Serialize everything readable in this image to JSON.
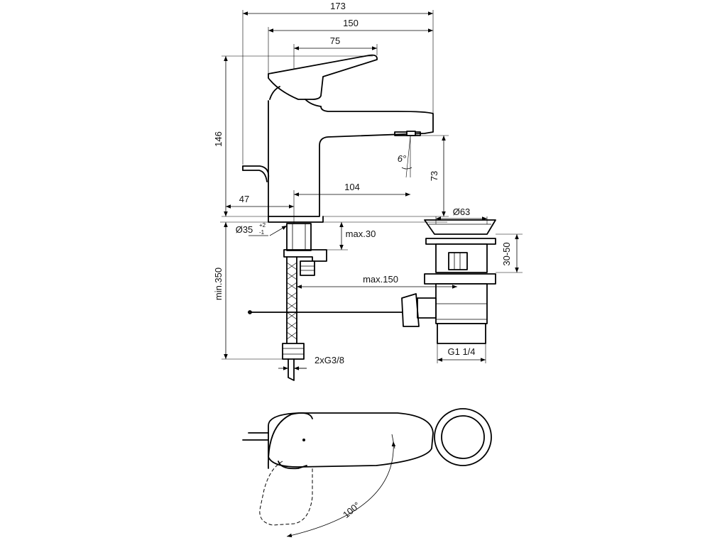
{
  "drawing": {
    "dimensions": {
      "overall_width": "173",
      "body_to_spout": "150",
      "lever_length": "75",
      "height": "146",
      "angle_spout": "6°",
      "spout_height": "73",
      "offset_104": "104",
      "offset_47": "47",
      "pop_up_diameter": "Ø63",
      "hole_diameter": "Ø35",
      "hole_tol_plus": "+2",
      "hole_tol_minus": "-1",
      "max_30": "max.30",
      "range_30_50": "30-50",
      "min_350": "min.350",
      "max_150": "max.150",
      "thread_g114": "G1 1/4",
      "hose_thread": "2xG3/8",
      "rotation_angle": "100°"
    }
  }
}
